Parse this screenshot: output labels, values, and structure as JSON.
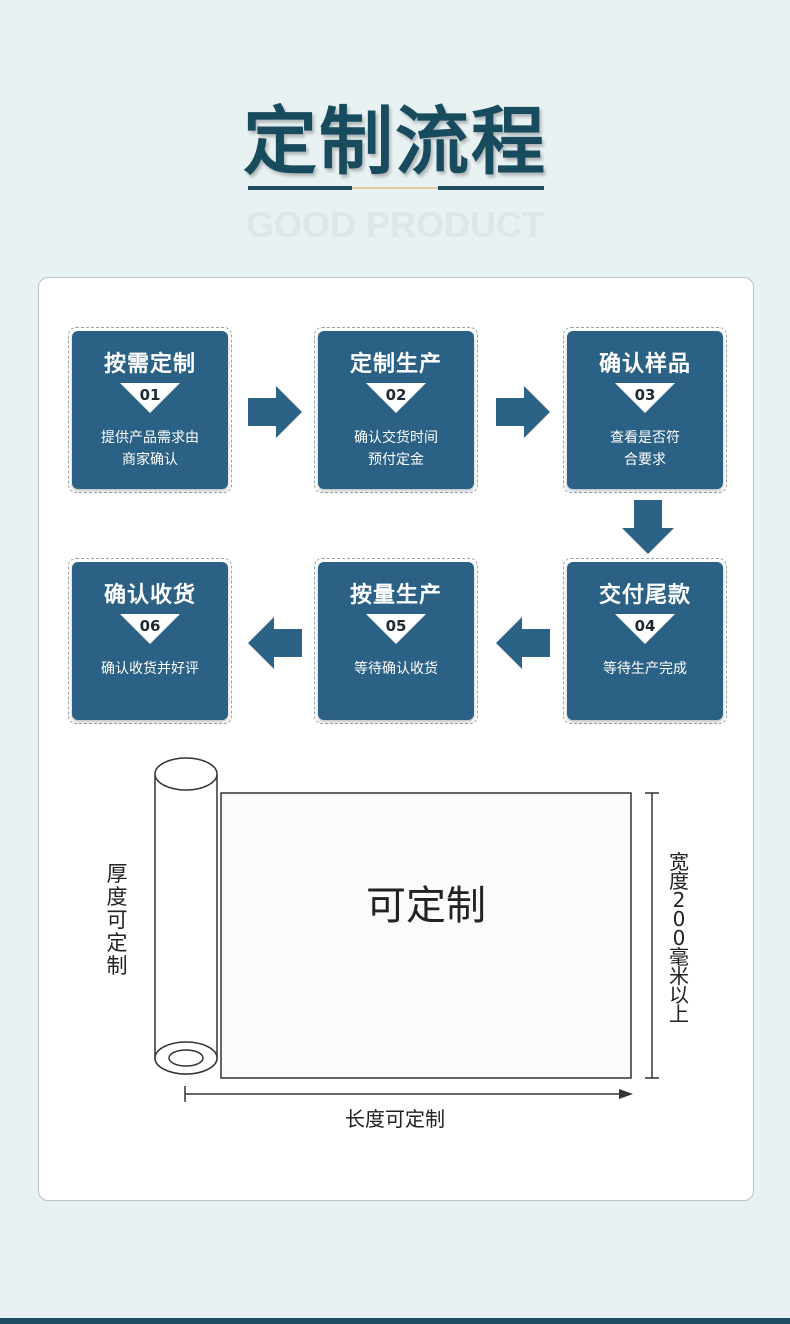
{
  "header": {
    "title": "定制流程",
    "subtitle": "GOOD PRODUCT"
  },
  "steps": [
    {
      "title": "按需定制",
      "number": "01",
      "desc_line1": "提供产品需求由",
      "desc_line2": "商家确认"
    },
    {
      "title": "定制生产",
      "number": "02",
      "desc_line1": "确认交货时间",
      "desc_line2": "预付定金"
    },
    {
      "title": "确认样品",
      "number": "03",
      "desc_line1": "查看是否符",
      "desc_line2": "合要求"
    },
    {
      "title": "交付尾款",
      "number": "04",
      "desc_line1": "等待生产完成",
      "desc_line2": ""
    },
    {
      "title": "按量生产",
      "number": "05",
      "desc_line1": "等待确认收货",
      "desc_line2": ""
    },
    {
      "title": "确认收货",
      "number": "06",
      "desc_line1": "确认收货并好评",
      "desc_line2": ""
    }
  ],
  "diagram": {
    "center_text": "可定制",
    "thickness_label": "厚度可定制",
    "width_label": "宽度200毫米以上",
    "length_label": "长度可定制"
  },
  "colors": {
    "background": "#e9f2f3",
    "step_fill": "#2a6184",
    "title": "#184b5e",
    "arrow": "#2b6285"
  }
}
